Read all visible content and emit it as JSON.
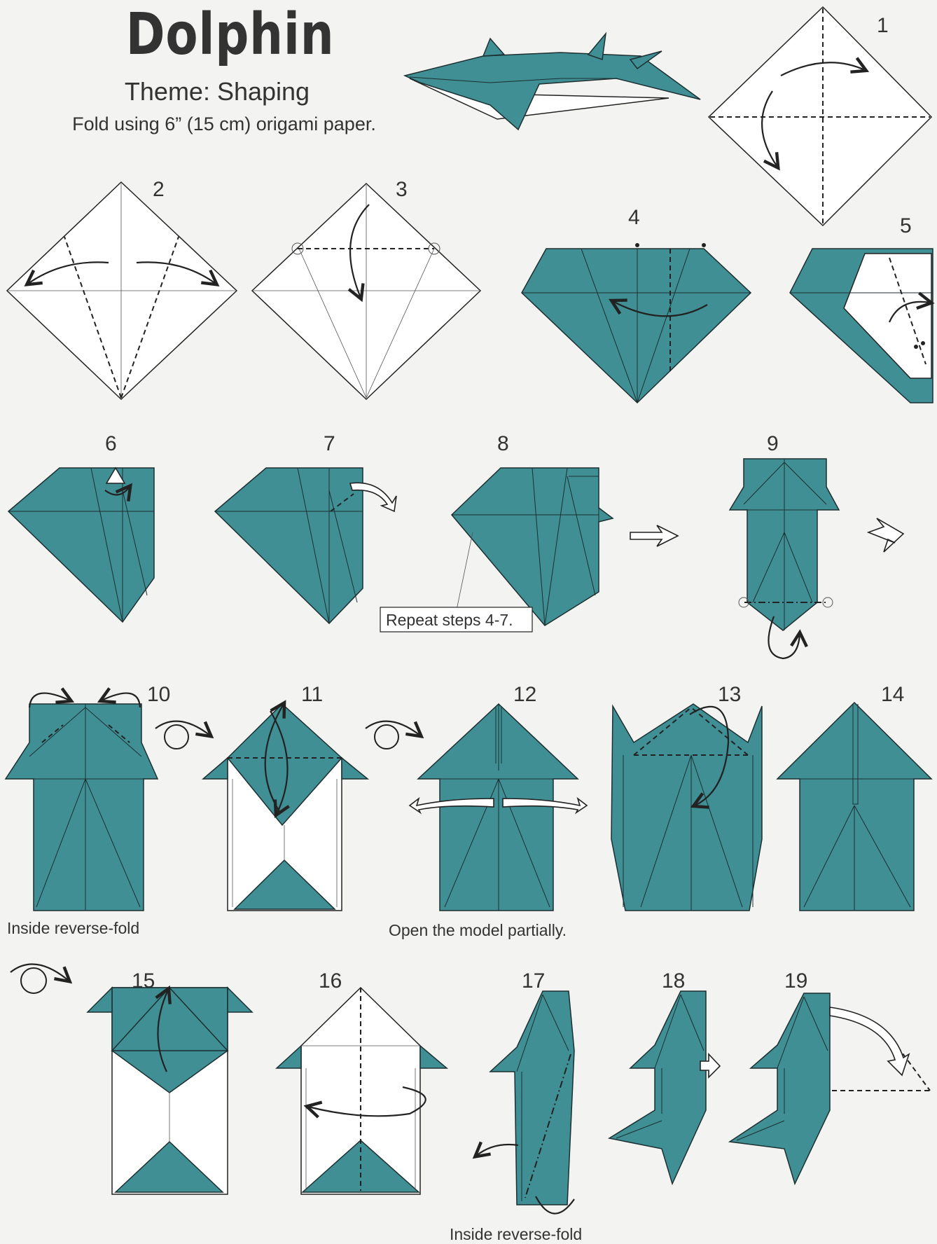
{
  "header": {
    "title": "Dolphin",
    "theme": "Theme: Shaping",
    "note": "Fold using 6” (15 cm) origami paper."
  },
  "steps": [
    "1",
    "2",
    "3",
    "4",
    "5",
    "6",
    "7",
    "8",
    "9",
    "10",
    "11",
    "12",
    "13",
    "14",
    "15",
    "16",
    "17",
    "18",
    "19"
  ],
  "callouts": {
    "repeat": "Repeat steps 4-7.",
    "inside_reverse_fold": "Inside reverse-fold",
    "open_model": "Open the model partially.",
    "inside_reverse_fold_2": "Inside reverse-fold"
  },
  "colors": {
    "paper": "#3f8f95",
    "background": "#f3f3f1",
    "line": "#1c2f31"
  }
}
